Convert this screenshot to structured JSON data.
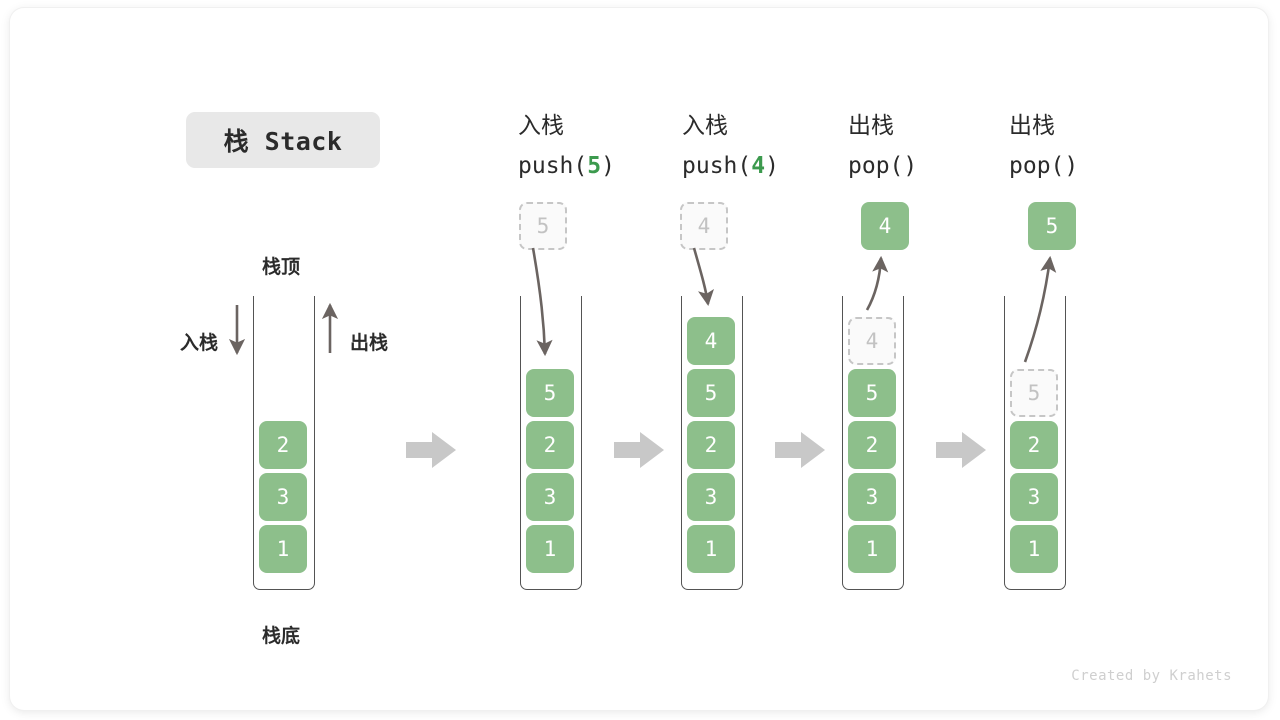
{
  "title": {
    "label": "栈 Stack"
  },
  "watermark": {
    "text": "Created by Krahets"
  },
  "colors": {
    "element_green": "#8dbf8b",
    "accent_green": "#3c9a4e",
    "ghost_border": "#c6c6c6",
    "ghost_text": "#c2c2c2",
    "container_stroke": "#545454",
    "transition_arrow": "#c8c8c8",
    "chip_background": "#e8e8e8",
    "text": "#2b2b2b",
    "watermark": "#cfcfcf"
  },
  "annotations": {
    "top_label": "栈顶",
    "bottom_label": "栈底",
    "push_label": "入栈",
    "pop_label": "出栈"
  },
  "steps": [
    {
      "id": "initial",
      "caption_cn": "",
      "caption_code": "",
      "caption_accent": "",
      "stack": [
        "2",
        "3",
        "1"
      ],
      "ghost": null,
      "floating": null
    },
    {
      "id": "push-5",
      "caption_cn": "入栈",
      "caption_code_prefix": "push(",
      "caption_accent": "5",
      "caption_code_suffix": ")",
      "stack": [
        "5",
        "2",
        "3",
        "1"
      ],
      "ghost": {
        "value": "5",
        "position": "above-container"
      },
      "floating": null
    },
    {
      "id": "push-4",
      "caption_cn": "入栈",
      "caption_code_prefix": "push(",
      "caption_accent": "4",
      "caption_code_suffix": ")",
      "stack": [
        "4",
        "5",
        "2",
        "3",
        "1"
      ],
      "ghost": {
        "value": "4",
        "position": "above-container"
      },
      "floating": null
    },
    {
      "id": "pop-1",
      "caption_cn": "出栈",
      "caption_code_prefix": "pop(",
      "caption_accent": "",
      "caption_code_suffix": ")",
      "stack": [
        "5",
        "2",
        "3",
        "1"
      ],
      "ghost": {
        "value": "4",
        "position": "in-container-top"
      },
      "floating": {
        "value": "4"
      }
    },
    {
      "id": "pop-2",
      "caption_cn": "出栈",
      "caption_code_prefix": "pop(",
      "caption_accent": "",
      "caption_code_suffix": ")",
      "stack": [
        "2",
        "3",
        "1"
      ],
      "ghost": {
        "value": "5",
        "position": "in-container-top"
      },
      "floating": {
        "value": "5"
      }
    }
  ],
  "step_values": {
    "s0_cell0": "2",
    "s0_cell1": "3",
    "s0_cell2": "1",
    "s1_ghost": "5",
    "s1_cell0": "5",
    "s1_cell1": "2",
    "s1_cell2": "3",
    "s1_cell3": "1",
    "s2_ghost": "4",
    "s2_cell0": "4",
    "s2_cell1": "5",
    "s2_cell2": "2",
    "s2_cell3": "3",
    "s2_cell4": "1",
    "s3_float": "4",
    "s3_ghost": "4",
    "s3_cell0": "5",
    "s3_cell1": "2",
    "s3_cell2": "3",
    "s3_cell3": "1",
    "s4_float": "5",
    "s4_ghost": "5",
    "s4_cell0": "2",
    "s4_cell1": "3",
    "s4_cell2": "1"
  },
  "captions": {
    "c1_cn": "入栈",
    "c1_pre": "push(",
    "c1_acc": "5",
    "c1_post": ")",
    "c2_cn": "入栈",
    "c2_pre": "push(",
    "c2_acc": "4",
    "c2_post": ")",
    "c3_cn": "出栈",
    "c3_pre": "pop(",
    "c3_acc": "",
    "c3_post": ")",
    "c4_cn": "出栈",
    "c4_pre": "pop(",
    "c4_acc": "",
    "c4_post": ")"
  }
}
